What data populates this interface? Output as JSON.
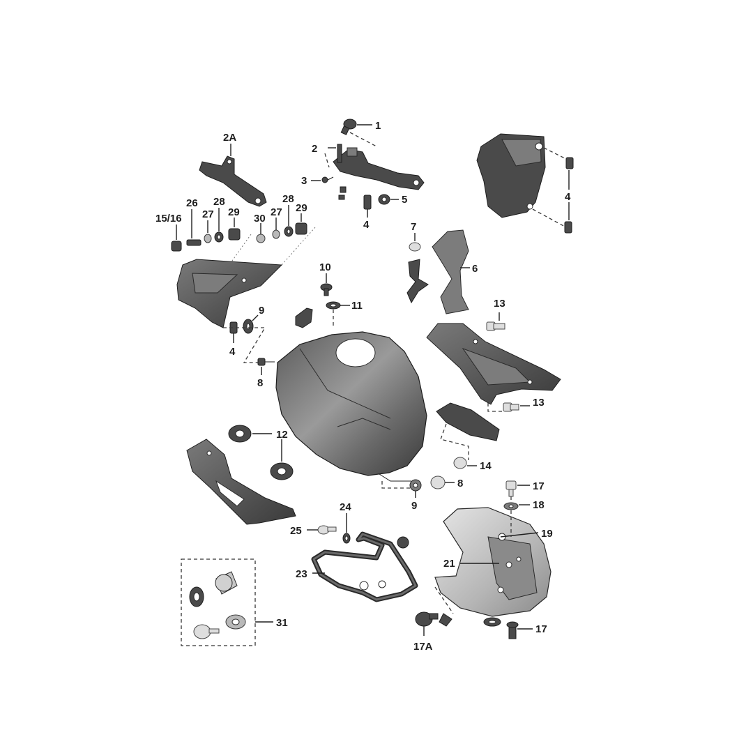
{
  "callouts": {
    "c1": "1",
    "c2": "2",
    "c2a": "2A",
    "c3": "3",
    "c4a": "4",
    "c4b": "4",
    "c4c": "4",
    "c5": "5",
    "c6": "6",
    "c7": "7",
    "c8a": "8",
    "c8b": "8",
    "c9a": "9",
    "c9b": "9",
    "c10": "10",
    "c11": "11",
    "c12": "12",
    "c13a": "13",
    "c13b": "13",
    "c14": "14",
    "c1516": "15/16",
    "c17a": "17",
    "c17b": "17",
    "c17A": "17A",
    "c18": "18",
    "c19": "19",
    "c21": "21",
    "c23": "23",
    "c24": "24",
    "c25": "25",
    "c26": "26",
    "c27a": "27",
    "c27b": "27",
    "c28a": "28",
    "c28b": "28",
    "c29a": "29",
    "c29b": "29",
    "c30": "30",
    "c31": "31"
  },
  "colors": {
    "ink": "#1e1e1e",
    "dark_part": "#4a4a4a",
    "light_part": "#b9b9b9",
    "background": "#ffffff"
  }
}
